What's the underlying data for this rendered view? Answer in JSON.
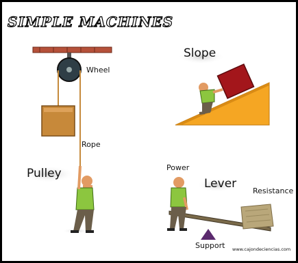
{
  "title": "SIMPLE MACHINES",
  "labels": {
    "wheel": "Wheel",
    "rope": "Rope",
    "pulley": "Pulley",
    "slope": "Slope",
    "power": "Power",
    "lever": "Lever",
    "resistance": "Resistance",
    "support": "Support"
  },
  "watermark": "www.cajondeciencias.com",
  "colors": {
    "beam": "#b5513a",
    "wheel": "#2f3e46",
    "box": "#c7893a",
    "ramp": "#f5a623",
    "block": "#a3161b",
    "shirt": "#8cc63f",
    "pants": "#6b5e4a",
    "skin": "#e29b63",
    "fulcrum": "#5b2a6e",
    "stone": "#b9a77a"
  },
  "icons": [
    "pulley-icon",
    "slope-icon",
    "lever-icon"
  ]
}
